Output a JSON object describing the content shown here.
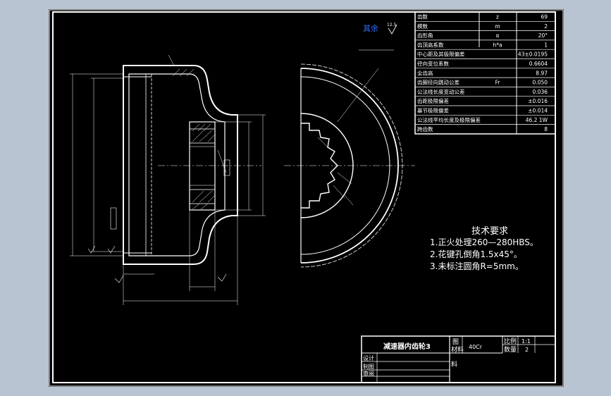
{
  "parameter_table": {
    "rows": [
      {
        "name": "齿数",
        "symbol": "z",
        "value": "69"
      },
      {
        "name": "模数",
        "symbol": "m",
        "value": "2"
      },
      {
        "name": "齿形角",
        "symbol": "α",
        "value": "20°"
      },
      {
        "name": "齿顶高系数",
        "symbol": "h*a",
        "value": "1"
      },
      {
        "name": "中心距及其极限偏差",
        "symbol": "",
        "value": "43±0.0195"
      },
      {
        "name": "径向变位系数",
        "symbol": "",
        "value": "0.6604"
      },
      {
        "name": "全齿高",
        "symbol": "",
        "value": "8.97"
      },
      {
        "name": "齿圈径向跳动公差",
        "symbol": "Fr",
        "value": "0.050"
      },
      {
        "name": "公法线长度变动公差",
        "symbol": "",
        "value": "0.036"
      },
      {
        "name": "齿距极限偏差",
        "symbol": "",
        "value": "±0.016"
      },
      {
        "name": "基节极限偏差",
        "symbol": "",
        "value": "±0.014"
      },
      {
        "name": "公法线平均长度及极限偏差",
        "symbol": "",
        "value": "46.2 1W"
      },
      {
        "name": "跨齿数",
        "symbol": "",
        "value": "8"
      }
    ]
  },
  "surface_finish": {
    "label": "其余",
    "value": "12.5"
  },
  "tech_requirements": {
    "title": "技术要求",
    "items": [
      "1.正火处理260—280HBS。",
      "2.花键孔倒角1.5x45°。",
      "3.未标注圆角R=5mm。"
    ]
  },
  "title_block": {
    "part_name": "减速器内齿轮3",
    "ratio_label": "比例",
    "ratio_value": "1:1",
    "quantity_label": "数量",
    "quantity_value": "2",
    "figure_label": "图",
    "material_label": "材料",
    "material_value": "40Cr",
    "sheet_label": "料",
    "design_label": "设计",
    "drawing_label": "制图",
    "review_label": "审阅"
  },
  "colors": {
    "background": "#b9c4d2",
    "sheet": "#000000",
    "lines": "#ffffff",
    "accent": "#2f6bff"
  }
}
